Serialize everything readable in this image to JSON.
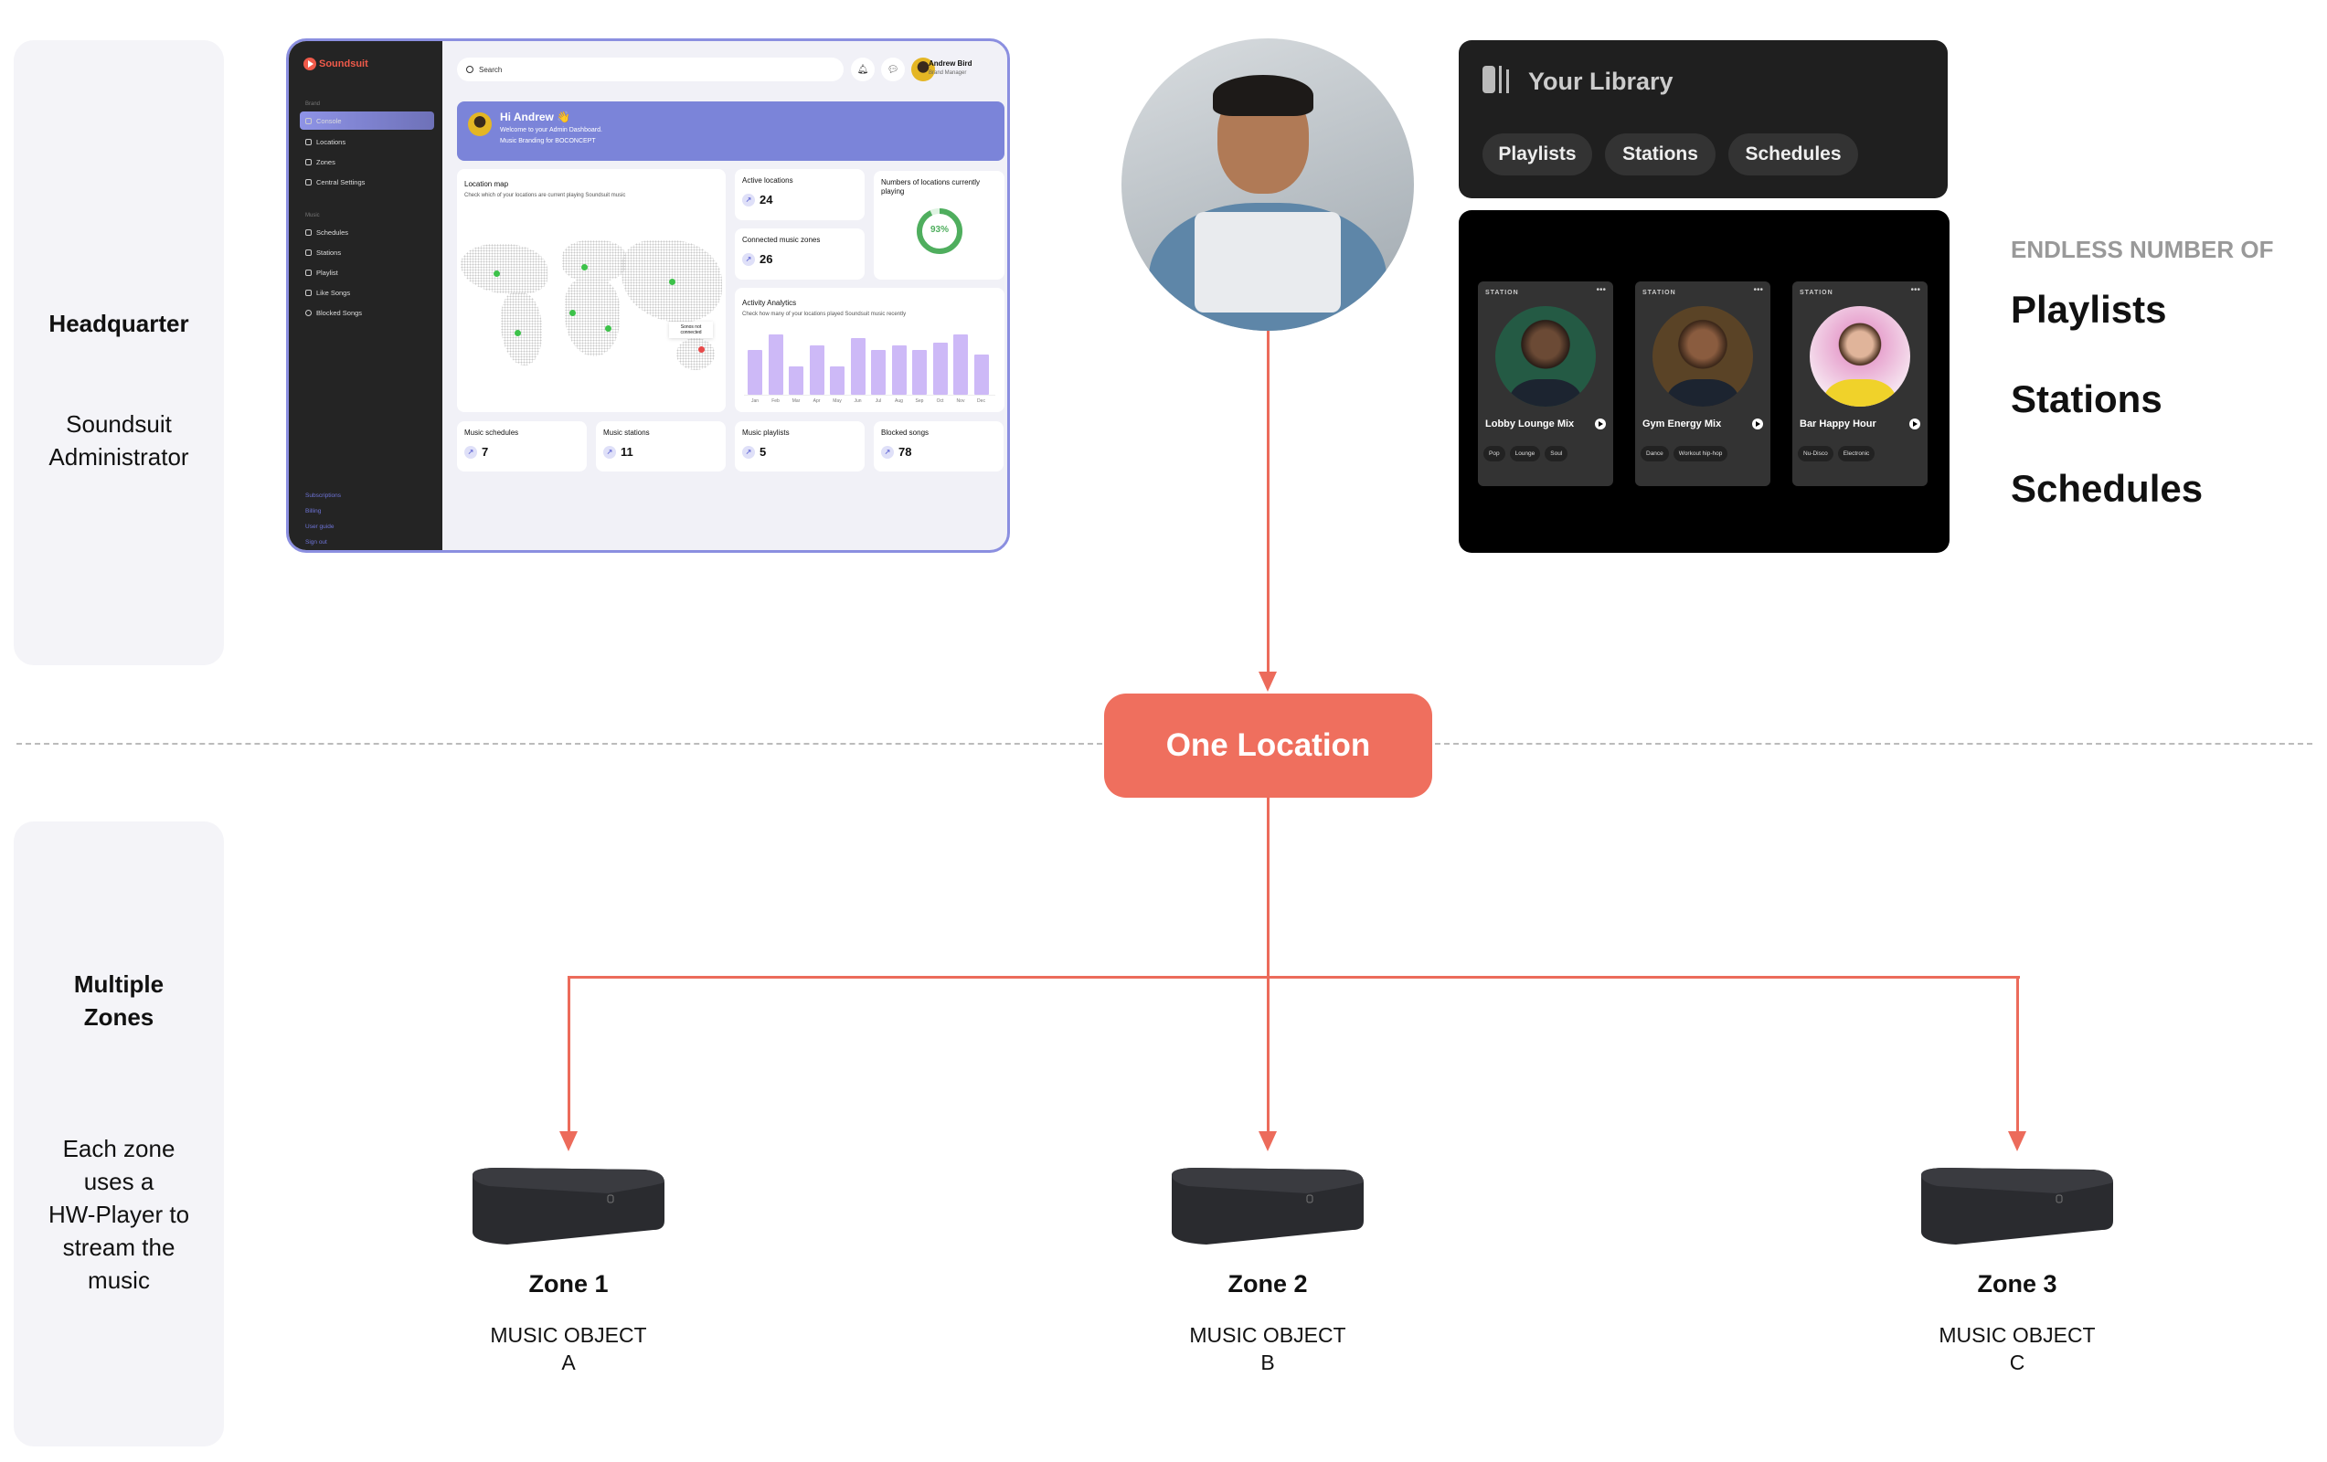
{
  "headquarter": {
    "title": "Headquarter",
    "subtitle_1": "Soundsuit",
    "subtitle_2": "Administrator"
  },
  "zones_panel": {
    "title_1": "Multiple",
    "title_2": "Zones",
    "desc": [
      "Each zone",
      "uses a",
      "HW-Player to",
      "stream the",
      "music"
    ]
  },
  "dashboard": {
    "brand": "Soundsuit",
    "sidebar": {
      "section_brand": "Brand",
      "section_music": "Music",
      "brand_items": [
        "Console",
        "Locations",
        "Zones",
        "Central Settings"
      ],
      "music_items": [
        "Schedules",
        "Stations",
        "Playlist",
        "Like Songs",
        "Blocked Songs"
      ],
      "footer": [
        "Subscriptions",
        "Billing",
        "User guide",
        "Sign out"
      ]
    },
    "search_placeholder": "Search",
    "user": {
      "name": "Andrew Bird",
      "role": "Brand Manager"
    },
    "banner": {
      "greeting": "Hi Andrew 👋",
      "line1": "Welcome to your Admin Dashboard.",
      "line2": "Music Branding for BOCONCEPT"
    },
    "map": {
      "title": "Location map",
      "subtitle": "Check which of your locations are current playing Soundsuit music",
      "tooltip": "Sonos not connected"
    },
    "active_locations": {
      "label": "Active locations",
      "value": "24"
    },
    "connected_zones": {
      "label": "Connected music zones",
      "value": "26"
    },
    "playing": {
      "label": "Numbers of locations currently playing",
      "value": "93%",
      "percent": 93
    },
    "analytics": {
      "title": "Activity  Analytics",
      "subtitle": "Check how many of your locations played Soundsuit music recently",
      "months": [
        "Jan",
        "Feb",
        "Mar",
        "Apr",
        "May",
        "Jun",
        "Jul",
        "Aug",
        "Sep",
        "Oct",
        "Nov",
        "Dec"
      ],
      "values": [
        70,
        95,
        45,
        77,
        45,
        88,
        70,
        77,
        70,
        82,
        95,
        63
      ]
    },
    "stats": [
      {
        "label": "Music schedules",
        "value": "7"
      },
      {
        "label": "Music stations",
        "value": "11"
      },
      {
        "label": "Music playlists",
        "value": "5"
      },
      {
        "label": "Blocked songs",
        "value": "78"
      }
    ]
  },
  "library": {
    "title": "Your Library",
    "pills": [
      "Playlists",
      "Stations",
      "Schedules"
    ]
  },
  "stations": [
    {
      "tag": "STATION",
      "title": "Lobby Lounge Mix",
      "chips": [
        "Pop",
        "Lounge",
        "Soul"
      ]
    },
    {
      "tag": "STATION",
      "title": "Gym Energy Mix",
      "chips": [
        "Dance",
        "Workout hip-hop"
      ]
    },
    {
      "tag": "STATION",
      "title": "Bar Happy Hour",
      "chips": [
        "Nu-Disco",
        "Electronic"
      ]
    }
  ],
  "endless": {
    "kicker": "ENDLESS NUMBER OF",
    "items": [
      "Playlists",
      "Stations",
      "Schedules"
    ]
  },
  "location": {
    "label": "One Location"
  },
  "zones": [
    {
      "title": "Zone 1",
      "object": "MUSIC OBJECT",
      "letter": "A"
    },
    {
      "title": "Zone 2",
      "object": "MUSIC OBJECT",
      "letter": "B"
    },
    {
      "title": "Zone 3",
      "object": "MUSIC OBJECT",
      "letter": "C"
    }
  ],
  "colors": {
    "accent": "#ef6f5e",
    "dashboard_primary": "#7b84d9",
    "bar": "#cdb9f7",
    "green": "#3dc24a"
  }
}
